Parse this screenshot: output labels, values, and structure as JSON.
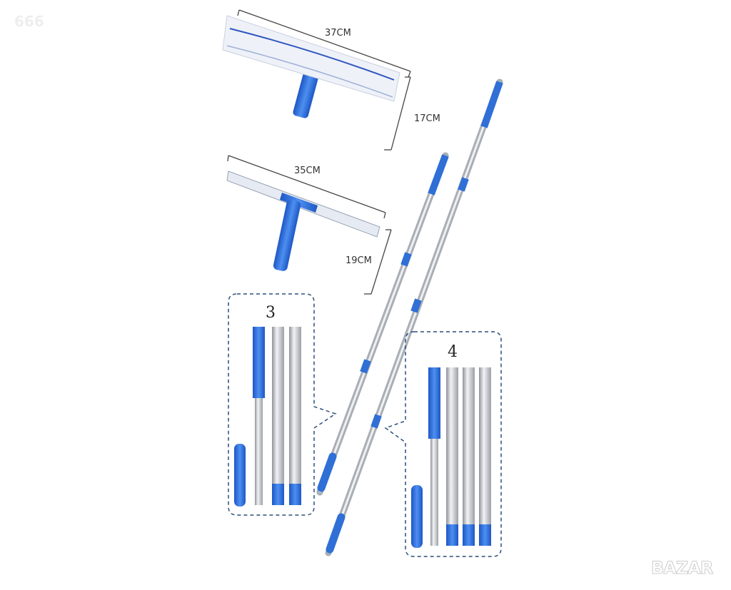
{
  "watermark": "666",
  "logo": "BAZAR",
  "dimensions": {
    "pad_width": "37CM",
    "pad_height": "17CM",
    "squeegee_width": "35CM",
    "squeegee_height": "19CM"
  },
  "sets": {
    "three_piece": "3",
    "four_piece": "4"
  },
  "colors": {
    "accent_blue": "#2f6fd6",
    "pole_silver": "#c9ccd1",
    "dashed_border": "#2a4f7a"
  }
}
